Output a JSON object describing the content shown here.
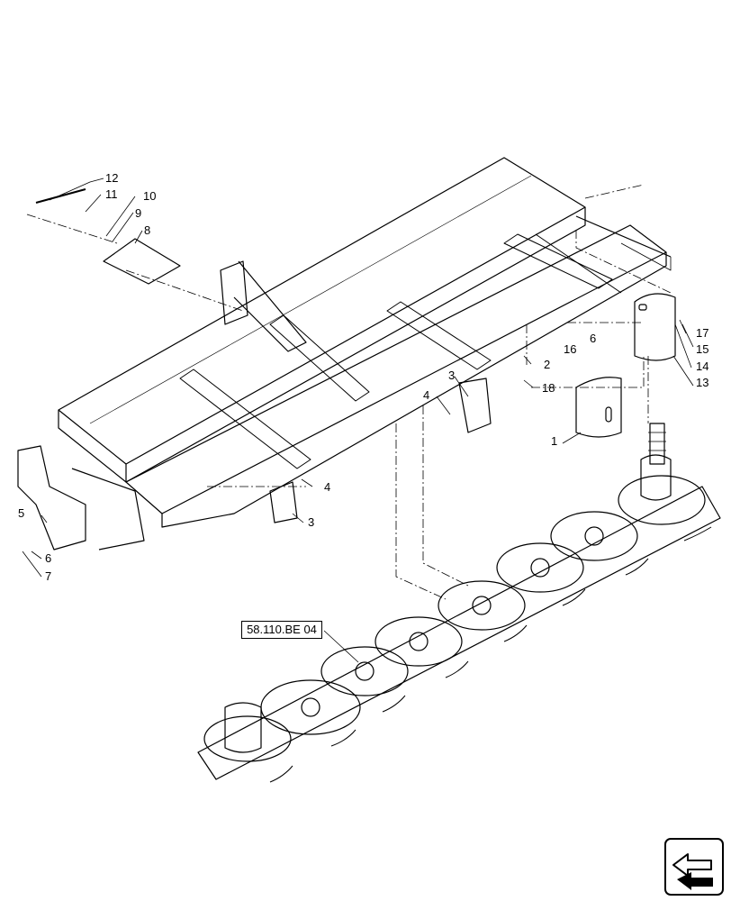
{
  "callouts": {
    "c12": "12",
    "c11": "11",
    "c10": "10",
    "c9": "9",
    "c8": "8",
    "c3a": "3",
    "c4a": "4",
    "c2": "2",
    "c18": "18",
    "c16": "16",
    "c6a": "6",
    "c17": "17",
    "c15": "15",
    "c14": "14",
    "c13": "13",
    "c1": "1",
    "c4b": "4",
    "c3b": "3",
    "c5": "5",
    "c6b": "6",
    "c7": "7"
  },
  "reference": "58.110.BE 04",
  "icons": [
    "part-drawing",
    "navigation-arrow-icon"
  ]
}
